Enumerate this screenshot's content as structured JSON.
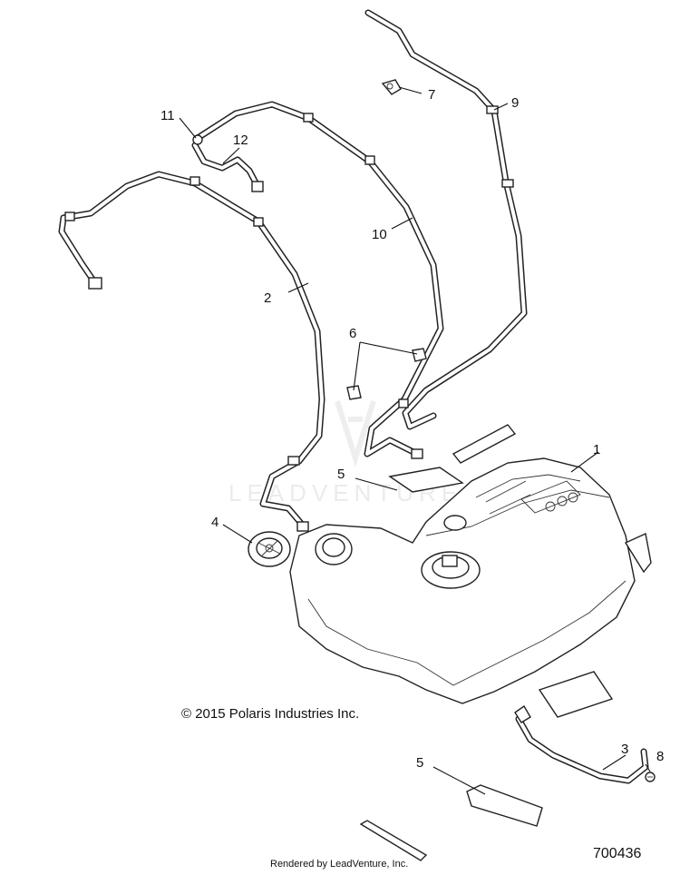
{
  "copyright": "© 2015 Polaris Industries Inc.",
  "footer": {
    "rendered_by": "Rendered by LeadVenture, Inc.",
    "diagram_number": "700436"
  },
  "watermark": "LEADVENTURE",
  "callouts": [
    "1",
    "2",
    "3",
    "4",
    "5",
    "5",
    "6",
    "7",
    "8",
    "9",
    "10",
    "11",
    "12"
  ],
  "colors": {
    "line": "#222222",
    "background": "#ffffff",
    "watermark": "#e9e9e9"
  }
}
